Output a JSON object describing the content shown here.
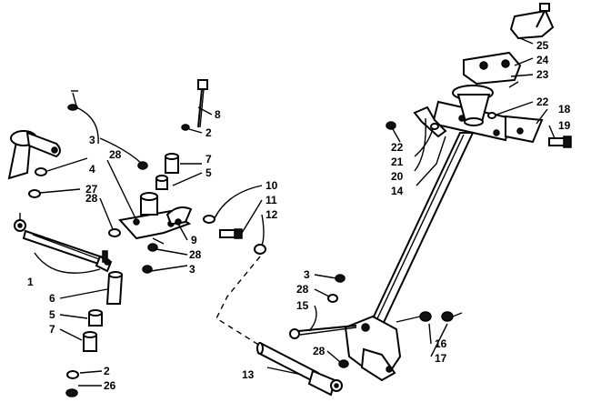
{
  "labels": {
    "l1": "1",
    "l2a": "2",
    "l2b": "2",
    "l3a": "3",
    "l3b": "3",
    "l3c": "3",
    "l4": "4",
    "l5a": "5",
    "l5b": "5",
    "l6": "6",
    "l7a": "7",
    "l7b": "7",
    "l8": "8",
    "l9": "9",
    "l10": "10",
    "l11": "11",
    "l12": "12",
    "l13": "13",
    "l14": "14",
    "l15": "15",
    "l16": "16",
    "l17": "17",
    "l18": "18",
    "l19": "19",
    "l20": "20",
    "l21": "21",
    "l22a": "22",
    "l22b": "22",
    "l23": "23",
    "l24": "24",
    "l25": "25",
    "l26": "26",
    "l27": "27",
    "l28a": "28",
    "l28b": "28",
    "l28c": "28",
    "l28d": "28",
    "l28e": "28"
  }
}
